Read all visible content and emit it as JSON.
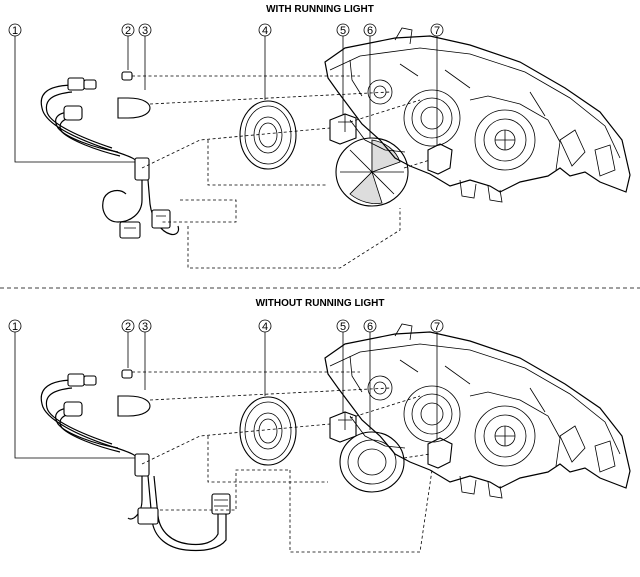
{
  "sections": [
    {
      "title": "WITH RUNNING LIGHT",
      "callouts": [
        "1",
        "2",
        "3",
        "4",
        "5",
        "6",
        "7"
      ]
    },
    {
      "title": "WITHOUT RUNNING LIGHT",
      "callouts": [
        "1",
        "2",
        "3",
        "4",
        "5",
        "6",
        "7"
      ]
    }
  ],
  "icons": {
    "harness": "wiring-harness-icon",
    "bulb_small": "small-bulb-icon",
    "bulb_wedge": "wedge-bulb-icon",
    "cover": "dust-cover-icon",
    "socket": "bulb-socket-icon",
    "running_light": "running-light-unit-icon",
    "headlamp": "headlight-assembly-icon"
  }
}
